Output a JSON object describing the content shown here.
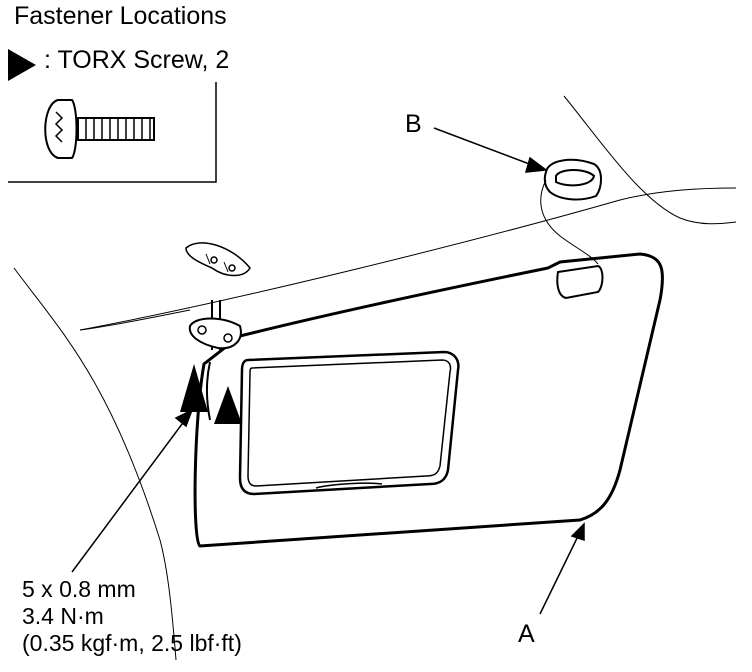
{
  "title": "Fastener Locations",
  "legend": {
    "icon": "filled-triangle-marker",
    "text": ": TORX Screw, 2"
  },
  "callouts": {
    "a": "A",
    "b": "B"
  },
  "spec": {
    "size": "5 x 0.8 mm",
    "torque_nm": "3.4 N·m",
    "torque_alt": "(0.35 kgf·m, 2.5 lbf·ft)"
  }
}
